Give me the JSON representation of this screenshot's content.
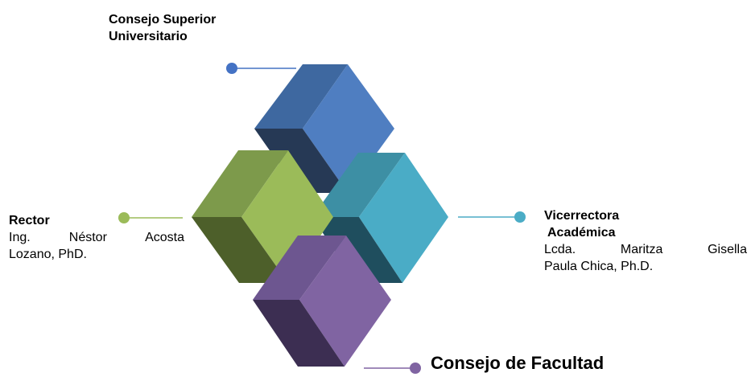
{
  "colors": {
    "blue_top": "#4F7EC1",
    "blue_front": "#4475B1",
    "blue_side": "#263955",
    "teal_front": "#4AACC6",
    "teal_top": "#3D8FA4",
    "teal_side": "#1F4E5E",
    "green_front": "#9BBB59",
    "green_top": "#7D9A4B",
    "green_side": "#4D5F2A",
    "purple_front": "#8064A2",
    "purple_top": "#6D5690",
    "purple_side": "#3C2E52"
  },
  "nodes": {
    "consejo_superior": {
      "title": "Consejo Superior Universitario",
      "color": "#4472C4",
      "icon": "blue-cube-icon"
    },
    "rector": {
      "title": "Rector",
      "name_line1": "Ing. Néstor Acosta",
      "name_line2": "Lozano, PhD.",
      "color": "#9BBB59",
      "icon": "green-cube-icon"
    },
    "vicerrectora": {
      "title": "Vicerrectora",
      "title2": "Académica",
      "name_line1": "Lcda. Maritza Gisella",
      "name_line2": "Paula Chica, Ph.D.",
      "color": "#4BACC6",
      "icon": "teal-cube-icon"
    },
    "consejo_facultad": {
      "title": "Consejo de Facultad",
      "color": "#8064A2",
      "icon": "purple-cube-icon"
    }
  }
}
